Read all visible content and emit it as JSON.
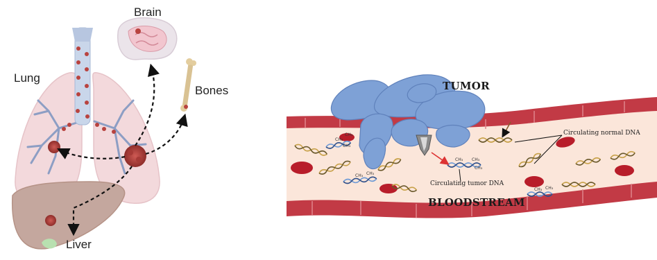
{
  "left_panel": {
    "labels": {
      "brain": "Brain",
      "lung": "Lung",
      "bones": "Bones",
      "liver": "Liver"
    }
  },
  "right_panel": {
    "labels": {
      "tumor": "TUMOR",
      "bloodstream": "BLOODSTREAM",
      "circulating_normal_dna": "Circulating normal DNA",
      "circulating_tumor_dna": "Circulating tumor DNA",
      "methyl": "CH3"
    }
  },
  "colors": {
    "lung_tissue": "#f3d9dc",
    "trachea": "#c9d6ea",
    "tumor_nodule": "#b8433f",
    "liver": "#c4a79e",
    "vessel_wall": "#c23a45",
    "plasma": "#fbe6da",
    "tumor_cells": "#7ea1d6",
    "normal_dna": "#c8a24a",
    "tumor_dna": "#6f9bd6"
  }
}
